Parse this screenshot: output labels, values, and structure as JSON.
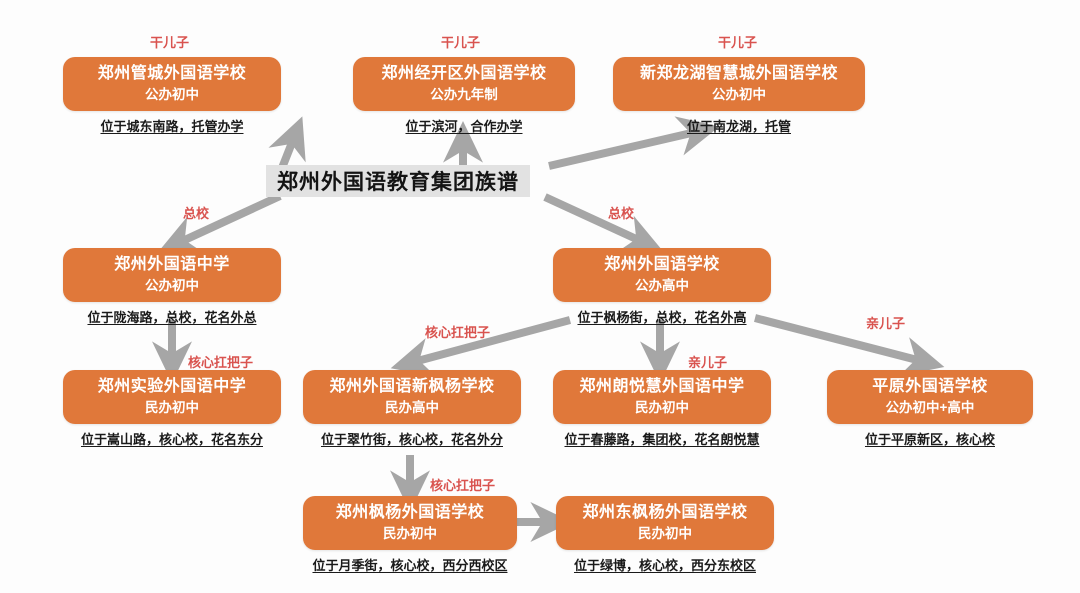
{
  "diagram": {
    "center": {
      "label": "郑州外国语教育集团族谱"
    },
    "nodes": [
      {
        "id": "guancheng",
        "title": "郑州管城外国语学校",
        "subtitle": "公办初中",
        "caption": "位于城东南路，托管办学",
        "edge_label": "干儿子"
      },
      {
        "id": "jingkai",
        "title": "郑州经开区外国语学校",
        "subtitle": "公办九年制",
        "caption": "位于滨河，合作办学",
        "edge_label": "干儿子"
      },
      {
        "id": "xinzheng",
        "title": "新郑龙湖智慧城外国语学校",
        "subtitle": "公办初中",
        "caption": "位于南龙湖，托管",
        "edge_label": "干儿子"
      },
      {
        "id": "waiguoyu-zhongxue",
        "title": "郑州外国语中学",
        "subtitle": "公办初中",
        "caption": "位于陇海路，总校，花名外总",
        "edge_label": "总校"
      },
      {
        "id": "waiguoyu-xuexiao",
        "title": "郑州外国语学校",
        "subtitle": "公办高中",
        "caption": "位于枫杨街，总校，花名外高",
        "edge_label": "总校"
      },
      {
        "id": "shiyan",
        "title": "郑州实验外国语中学",
        "subtitle": "民办初中",
        "caption": "位于嵩山路，核心校，花名东分",
        "edge_label": "核心扛把子"
      },
      {
        "id": "xinfengyang",
        "title": "郑州外国语新枫杨学校",
        "subtitle": "民办高中",
        "caption": "位于翠竹街，核心校，花名外分",
        "edge_label": "核心扛把子"
      },
      {
        "id": "langyuehui",
        "title": "郑州朗悦慧外国语中学",
        "subtitle": "民办初中",
        "caption": "位于春藤路，集团校，花名朗悦慧",
        "edge_label": "亲儿子"
      },
      {
        "id": "pingyuan",
        "title": "平原外国语学校",
        "subtitle": "公办初中+高中",
        "caption": "位于平原新区，核心校",
        "edge_label": "亲儿子"
      },
      {
        "id": "fengyang",
        "title": "郑州枫杨外国语学校",
        "subtitle": "民办初中",
        "caption": "位于月季街，核心校，西分西校区",
        "edge_label": "核心扛把子"
      },
      {
        "id": "dongfengyang",
        "title": "郑州东枫杨外国语学校",
        "subtitle": "民办初中",
        "caption": "位于绿博，核心校，西分东校区",
        "edge_label": ""
      }
    ],
    "colors": {
      "node_fill": "#e0783a",
      "center_fill": "#e2e2e2",
      "edge_label": "#d9534f",
      "arrow": "#a6a6a6",
      "caption_text": "#1a1a1a",
      "node_text": "#ffffff"
    }
  }
}
